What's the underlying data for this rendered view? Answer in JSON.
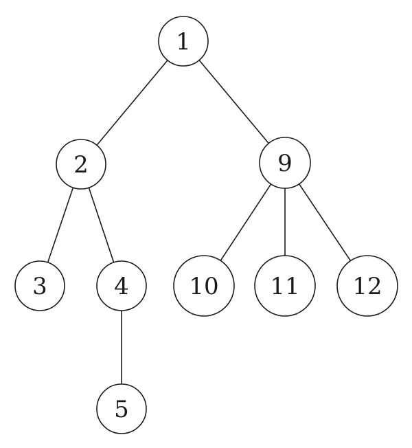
{
  "tree": {
    "nodes": [
      {
        "id": "n1",
        "label": "1"
      },
      {
        "id": "n2",
        "label": "2"
      },
      {
        "id": "n9",
        "label": "9"
      },
      {
        "id": "n3",
        "label": "3"
      },
      {
        "id": "n4",
        "label": "4"
      },
      {
        "id": "n10",
        "label": "10"
      },
      {
        "id": "n11",
        "label": "11"
      },
      {
        "id": "n12",
        "label": "12"
      },
      {
        "id": "n5",
        "label": "5"
      }
    ],
    "edges": [
      {
        "from": "n1",
        "to": "n2"
      },
      {
        "from": "n1",
        "to": "n9"
      },
      {
        "from": "n2",
        "to": "n3"
      },
      {
        "from": "n2",
        "to": "n4"
      },
      {
        "from": "n9",
        "to": "n10"
      },
      {
        "from": "n9",
        "to": "n11"
      },
      {
        "from": "n9",
        "to": "n12"
      },
      {
        "from": "n4",
        "to": "n5"
      }
    ]
  }
}
